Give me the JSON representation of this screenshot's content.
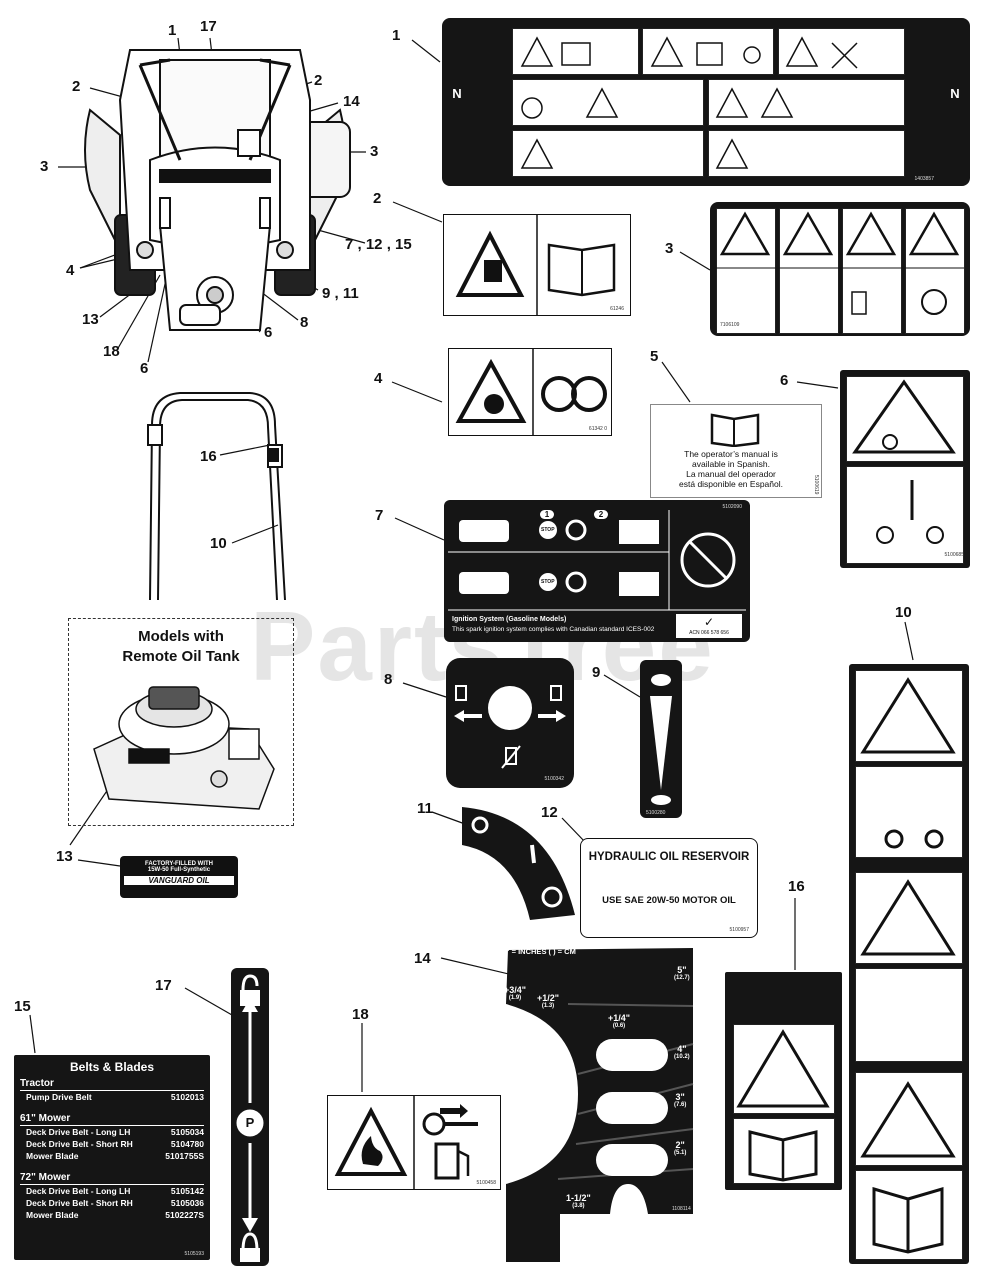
{
  "watermark": "PartsTree",
  "callouts": {
    "c1a": "1",
    "c17a": "17",
    "c2a": "2",
    "c2b": "2",
    "c14a": "14",
    "c3a": "3",
    "c3b": "3",
    "c7a": "7 , 12 , 15",
    "c4a": "4",
    "c9a": "9 , 11",
    "c13a": "13",
    "c8a": "8",
    "c6a": "6",
    "c18a": "18",
    "c6b": "6",
    "c16a": "16",
    "c10a": "10",
    "c13b": "13",
    "c1b": "1",
    "c2c": "2",
    "c3c": "3",
    "c4b": "4",
    "c5": "5",
    "c6c": "6",
    "c7b": "7",
    "c8b": "8",
    "c9b": "9",
    "c10b": "10",
    "c11": "11",
    "c12": "12",
    "c14b": "14",
    "c15": "15",
    "c16b": "16",
    "c17b": "17",
    "c18b": "18"
  },
  "remote_oil_box": {
    "title_line1": "Models with",
    "title_line2": "Remote Oil Tank"
  },
  "oil_decal_13": {
    "line1": "FACTORY-FILLED WITH",
    "line2": "15W-50 Full-Synthetic",
    "brand": "VANGUARD OIL"
  },
  "decal_1": {
    "part": "1403857",
    "n_left": "N",
    "n_right": "N"
  },
  "decal_2": {
    "part": "61246"
  },
  "decal_3": {
    "part": "7106109"
  },
  "decal_4": {
    "part": "61342 0"
  },
  "decal_5": {
    "line1": "The operator’s manual is",
    "line2": "available in Spanish.",
    "line3": "La manual del operador",
    "line4": "está disponible en Español.",
    "part": "5100619"
  },
  "decal_6": {
    "part": "5100685"
  },
  "decal_7": {
    "part": "5102090",
    "stop": "STOP",
    "step1": "1",
    "step2": "2",
    "ign_title": "Ignition System (Gasoline Models)",
    "ign_text": "This spark ignition system complies with Canadian standard ICES-002",
    "acn": "ACN 066 578 656"
  },
  "decal_8": {
    "part": "5100342"
  },
  "decal_9": {
    "part": "5100280"
  },
  "decal_12": {
    "title": "HYDRAULIC OIL RESERVOIR",
    "text": "USE SAE 20W-50 MOTOR OIL",
    "part": "5100957"
  },
  "decal_14": {
    "header": "\" = INCHES  ( ) = CM",
    "part": "1108114",
    "labels": [
      {
        "in": "+3/4\"",
        "cm": "(1.9)"
      },
      {
        "in": "+1/2\"",
        "cm": "(1.3)"
      },
      {
        "in": "+1/4\"",
        "cm": "(0.6)"
      },
      {
        "in": "5\"",
        "cm": "(12.7)"
      },
      {
        "in": "4\"",
        "cm": "(10.2)"
      },
      {
        "in": "3\"",
        "cm": "(7.6)"
      },
      {
        "in": "2\"",
        "cm": "(5.1)"
      },
      {
        "in": "1-1/2\"",
        "cm": "(3.8)"
      }
    ]
  },
  "decal_15": {
    "title": "Belts & Blades",
    "part": "5105193",
    "sections": [
      {
        "heading": "Tractor",
        "rows": [
          {
            "name": "Pump Drive Belt",
            "pn": "5102013"
          }
        ]
      },
      {
        "heading": "61\" Mower",
        "rows": [
          {
            "name": "Deck Drive Belt - Long LH",
            "pn": "5105034"
          },
          {
            "name": "Deck Drive Belt - Short RH",
            "pn": "5104780"
          },
          {
            "name": "Mower Blade",
            "pn": "5101755S"
          }
        ]
      },
      {
        "heading": "72\" Mower",
        "rows": [
          {
            "name": "Deck Drive Belt - Long LH",
            "pn": "5105142"
          },
          {
            "name": "Deck Drive Belt - Short RH",
            "pn": "5105036"
          },
          {
            "name": "Mower Blade",
            "pn": "5102227S"
          }
        ]
      }
    ]
  },
  "decal_17": {
    "p": "P"
  },
  "decal_18": {
    "part": "5100458"
  }
}
